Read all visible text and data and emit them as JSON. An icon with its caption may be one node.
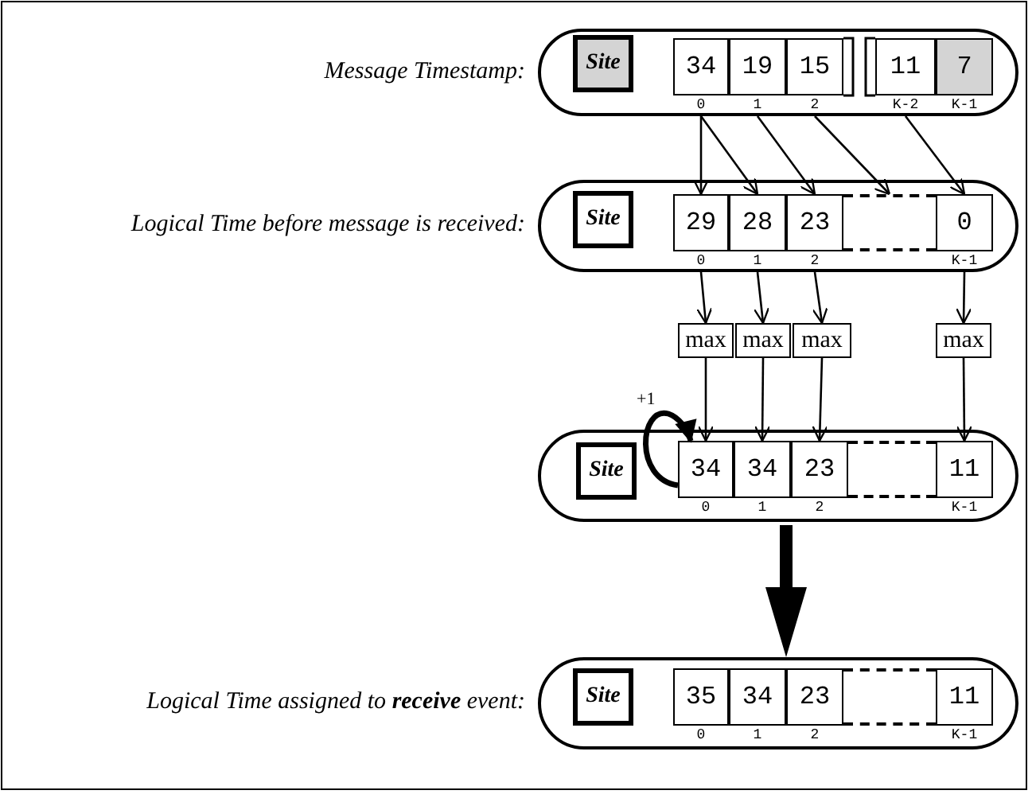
{
  "diagram": {
    "nodes": [
      {
        "text": [
          "Message Timestamp:"
        ]
      },
      {
        "text": [
          "Site"
        ],
        "in": 0
      },
      {
        "text": [
          "34"
        ],
        "beside": [
          "0"
        ],
        "in": 0
      },
      {
        "text": [
          "19"
        ],
        "beside": [
          "1"
        ],
        "in": 0
      },
      {
        "text": [
          "15"
        ],
        "beside": [
          "2"
        ],
        "in": 0
      },
      {
        "text": [
          "11"
        ],
        "beside": [
          "K-2"
        ],
        "in": 0
      },
      {
        "text": [
          "7"
        ],
        "beside": [
          "K-1"
        ],
        "in": 0
      },
      {
        "text": [
          "Logical Time before message is received:"
        ]
      },
      {
        "text": [
          "Site"
        ],
        "in": 7
      },
      {
        "text": [
          "29"
        ],
        "beside": [
          "0"
        ],
        "in": 7
      },
      {
        "text": [
          "28"
        ],
        "beside": [
          "1"
        ],
        "in": 7
      },
      {
        "text": [
          "23"
        ],
        "beside": [
          "2"
        ],
        "in": 7
      },
      {
        "text": [],
        "shape": "box",
        "in": 7
      },
      {
        "text": [
          "0"
        ],
        "beside": [
          "K-1"
        ],
        "in": 7
      },
      {
        "text": [
          "max"
        ]
      },
      {
        "text": [
          "max"
        ]
      },
      {
        "text": [
          "max"
        ]
      },
      {
        "text": [
          "max"
        ]
      },
      {
        "text": [],
        "shape": "capsule"
      },
      {
        "text": [
          "Site"
        ],
        "in": 18
      },
      {
        "text": [
          "34"
        ],
        "beside": [
          "0"
        ],
        "in": 18
      },
      {
        "text": [
          "34"
        ],
        "beside": [
          "1"
        ],
        "in": 18
      },
      {
        "text": [
          "23"
        ],
        "beside": [
          "2"
        ],
        "in": 18
      },
      {
        "text": [
          "11"
        ],
        "beside": [
          "K-1"
        ],
        "in": 18
      },
      {
        "text": [
          "Logical Time assigned to **receive** event:"
        ]
      },
      {
        "text": [
          "Site"
        ],
        "in": 24
      },
      {
        "text": [
          "35"
        ],
        "beside": [
          "0"
        ],
        "in": 24
      },
      {
        "text": [
          "34"
        ],
        "beside": [
          "1"
        ],
        "in": 24
      },
      {
        "text": [
          "23"
        ],
        "beside": [
          "2"
        ],
        "in": 24
      },
      {
        "text": [
          "11"
        ],
        "beside": [
          "K-1"
        ],
        "in": 24
      },
      {
        "text": [],
        "shape": "box",
        "in": 18
      },
      {
        "text": [],
        "shape": "box",
        "in": 24
      }
    ],
    "edges": [
      {
        "from": 2,
        "to": 9,
        "arrow": "to"
      },
      {
        "from": 2,
        "to": 10,
        "arrow": "to"
      },
      {
        "from": 3,
        "to": 11,
        "arrow": "to"
      },
      {
        "from": 4,
        "to": 12,
        "arrow": "to"
      },
      {
        "from": 5,
        "to": 13,
        "arrow": "to"
      },
      {
        "from": 9,
        "to": 14,
        "arrow": "to"
      },
      {
        "from": 10,
        "to": 15,
        "arrow": "to"
      },
      {
        "from": 11,
        "to": 16,
        "arrow": "to"
      },
      {
        "from": 13,
        "to": 17,
        "arrow": "to"
      },
      {
        "from": 14,
        "to": 20,
        "arrow": "to"
      },
      {
        "from": 15,
        "to": 21,
        "arrow": "to"
      },
      {
        "from": 16,
        "to": 22,
        "arrow": "to"
      },
      {
        "from": 17,
        "to": 23,
        "arrow": "to"
      },
      {
        "from": 20,
        "to": 20,
        "arrow": "to",
        "label": "+1",
        "style": "thick"
      },
      {
        "from": 18,
        "to": 24,
        "arrow": "to",
        "style": "thick"
      }
    ]
  }
}
